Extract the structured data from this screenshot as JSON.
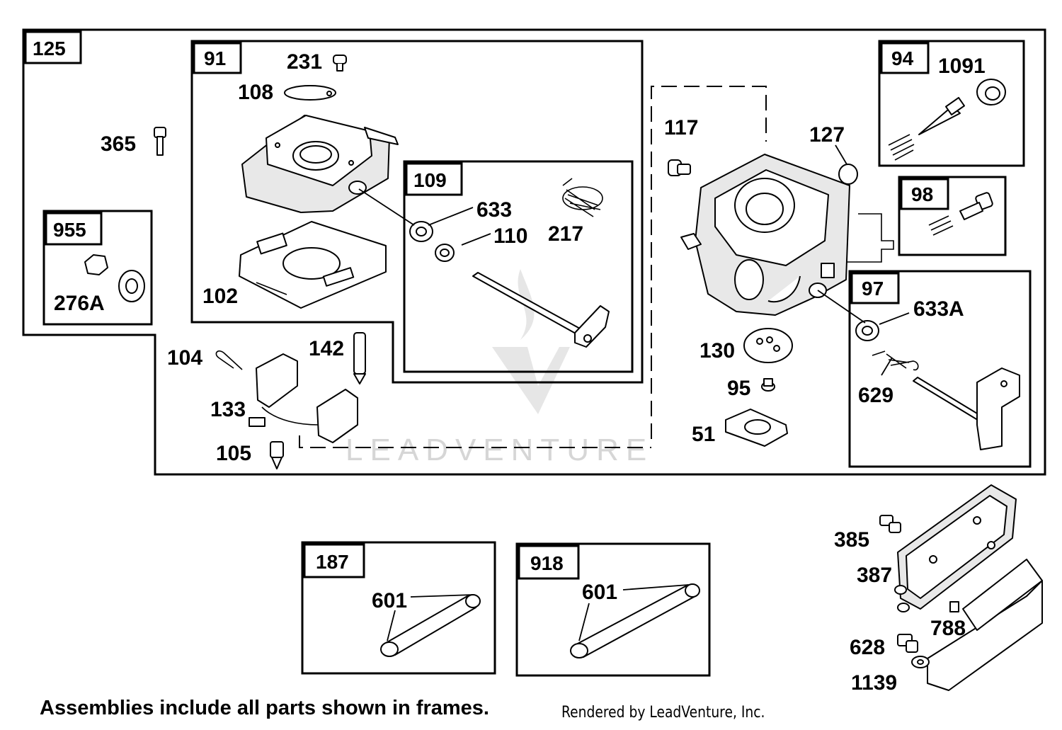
{
  "diagram": {
    "boxes": {
      "b125": "125",
      "b91": "91",
      "b109": "109",
      "b955": "955",
      "b94": "94",
      "b98": "98",
      "b97": "97",
      "b187": "187",
      "b918": "918"
    },
    "parts": {
      "p231": "231",
      "p108": "108",
      "p365": "365",
      "p633": "633",
      "p110": "110",
      "p217": "217",
      "p102": "102",
      "p276a": "276A",
      "p104": "104",
      "p142": "142",
      "p133": "133",
      "p105": "105",
      "p117": "117",
      "p127": "127",
      "p1091": "1091",
      "p130": "130",
      "p95": "95",
      "p51": "51",
      "p633a": "633A",
      "p629": "629",
      "p601a": "601",
      "p601b": "601",
      "p385": "385",
      "p387": "387",
      "p788": "788",
      "p628": "628",
      "p1139": "1139"
    },
    "watermark": "LEADVENTURE",
    "footer_note": "Assemblies include all parts shown in frames.",
    "footer_credit": "Rendered by LeadVenture, Inc."
  }
}
